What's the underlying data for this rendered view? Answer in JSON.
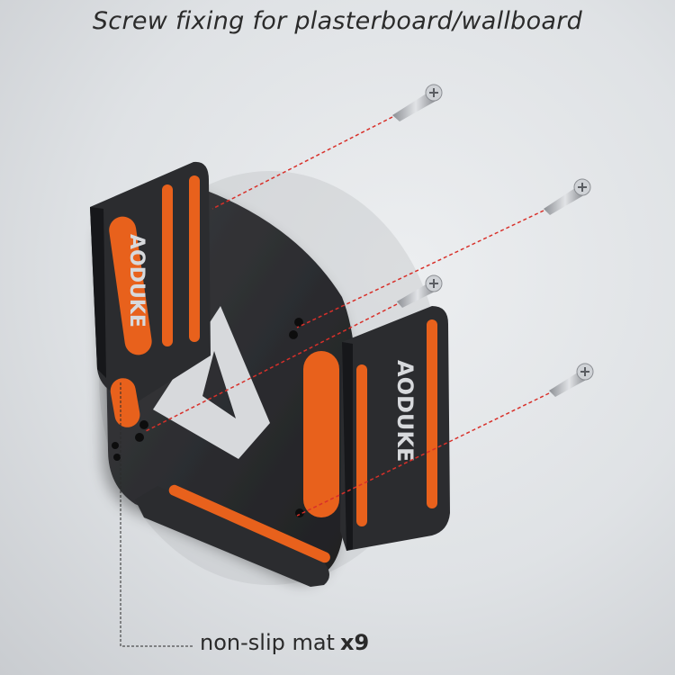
{
  "title": "Screw fixing for plasterboard/wallboard",
  "caption": {
    "text": "non-slip mat",
    "quantity": "x9"
  },
  "product": {
    "brand_mark": "AODUKE",
    "colors": {
      "bracket": "#2a2b2e",
      "pad": "#e8611c",
      "guide_line": "#d8302a"
    }
  },
  "screws": {
    "count": 4
  }
}
